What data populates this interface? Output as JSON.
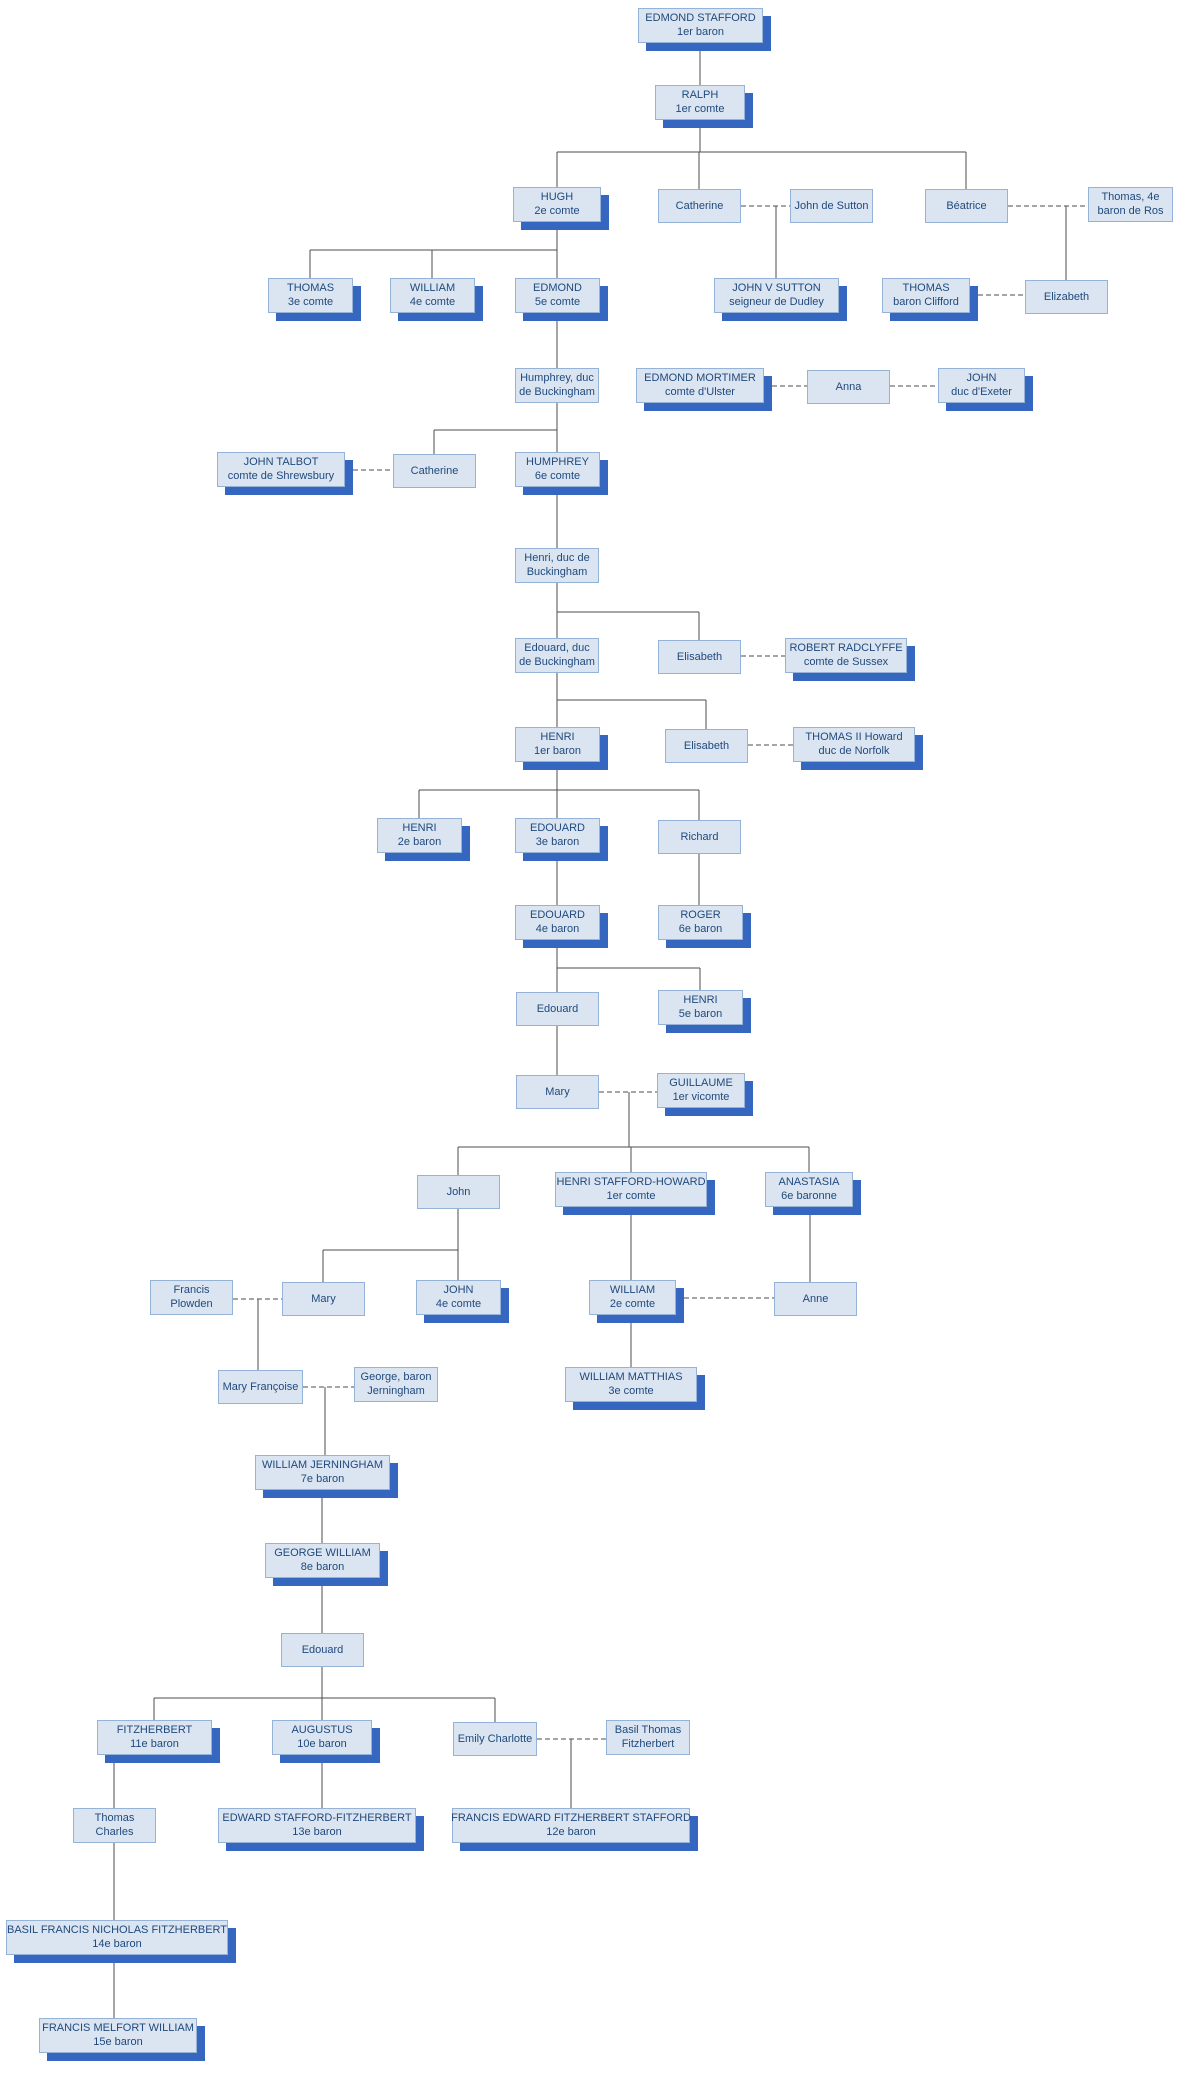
{
  "meta": {
    "diagram_type": "family-tree"
  },
  "colors": {
    "box_fill": "#dbe5f1",
    "box_border": "#95b3d7",
    "box_text": "#1f497d",
    "box_shadow": "#3566c0",
    "connector": "#4d4d4d"
  },
  "connector_styles": {
    "descent": "solid",
    "marriage": "dashed"
  },
  "nodes": {
    "edmond_stafford": {
      "lines": [
        "EDMOND STAFFORD",
        "1er baron"
      ],
      "titled": true
    },
    "ralph": {
      "lines": [
        "RALPH",
        "1er comte"
      ],
      "titled": true
    },
    "hugh": {
      "lines": [
        "HUGH",
        "2e comte"
      ],
      "titled": true
    },
    "catherine1": {
      "lines": [
        "Catherine"
      ],
      "titled": false
    },
    "john_de_sutton": {
      "lines": [
        "John de Sutton"
      ],
      "titled": false
    },
    "beatrice": {
      "lines": [
        "Béatrice"
      ],
      "titled": false
    },
    "thomas_de_ros": {
      "lines": [
        "Thomas, 4e",
        "baron de Ros"
      ],
      "titled": false
    },
    "thomas3": {
      "lines": [
        "THOMAS",
        "3e comte"
      ],
      "titled": true
    },
    "william4": {
      "lines": [
        "WILLIAM",
        "4e comte"
      ],
      "titled": true
    },
    "edmond5": {
      "lines": [
        "EDMOND",
        "5e comte"
      ],
      "titled": true
    },
    "john_v_sutton": {
      "lines": [
        "JOHN V SUTTON",
        "seigneur de Dudley"
      ],
      "titled": true
    },
    "thomas_clifford": {
      "lines": [
        "THOMAS",
        "baron Clifford"
      ],
      "titled": true
    },
    "elizabeth1": {
      "lines": [
        "Elizabeth"
      ],
      "titled": false
    },
    "humphrey_duc": {
      "lines": [
        "Humphrey, duc",
        "de Buckingham"
      ],
      "titled": false
    },
    "edmond_mortimer": {
      "lines": [
        "EDMOND MORTIMER",
        "comte d'Ulster"
      ],
      "titled": true
    },
    "anna": {
      "lines": [
        "Anna"
      ],
      "titled": false
    },
    "john_exeter": {
      "lines": [
        "JOHN",
        "duc d'Exeter"
      ],
      "titled": true
    },
    "john_talbot": {
      "lines": [
        "JOHN TALBOT",
        "comte de Shrewsbury"
      ],
      "titled": true
    },
    "catherine2": {
      "lines": [
        "Catherine"
      ],
      "titled": false
    },
    "humphrey6": {
      "lines": [
        "HUMPHREY",
        "6e comte"
      ],
      "titled": true
    },
    "henri_duc": {
      "lines": [
        "Henri, duc de",
        "Buckingham"
      ],
      "titled": false
    },
    "edouard_duc": {
      "lines": [
        "Edouard, duc",
        "de Buckingham"
      ],
      "titled": false
    },
    "elisabeth_r": {
      "lines": [
        "Elisabeth"
      ],
      "titled": false
    },
    "robert_radclyffe": {
      "lines": [
        "ROBERT RADCLYFFE",
        "comte de Sussex"
      ],
      "titled": true
    },
    "henri1": {
      "lines": [
        "HENRI",
        "1er baron"
      ],
      "titled": true
    },
    "elisabeth_h": {
      "lines": [
        "Elisabeth"
      ],
      "titled": false
    },
    "thomas_howard": {
      "lines": [
        "THOMAS II Howard",
        "duc de Norfolk"
      ],
      "titled": true
    },
    "henri2": {
      "lines": [
        "HENRI",
        "2e baron"
      ],
      "titled": true
    },
    "edouard3": {
      "lines": [
        "EDOUARD",
        "3e baron"
      ],
      "titled": true
    },
    "richard": {
      "lines": [
        "Richard"
      ],
      "titled": false
    },
    "edouard4": {
      "lines": [
        "EDOUARD",
        "4e baron"
      ],
      "titled": true
    },
    "roger6": {
      "lines": [
        "ROGER",
        "6e baron"
      ],
      "titled": true
    },
    "edouard_p1": {
      "lines": [
        "Edouard"
      ],
      "titled": false
    },
    "henri5": {
      "lines": [
        "HENRI",
        "5e baron"
      ],
      "titled": true
    },
    "mary1": {
      "lines": [
        "Mary"
      ],
      "titled": false
    },
    "guillaume": {
      "lines": [
        "GUILLAUME",
        "1er vicomte"
      ],
      "titled": true
    },
    "john_p": {
      "lines": [
        "John"
      ],
      "titled": false
    },
    "henri_sh": {
      "lines": [
        "HENRI STAFFORD-HOWARD",
        "1er comte"
      ],
      "titled": true
    },
    "anastasia": {
      "lines": [
        "ANASTASIA",
        "6e baronne"
      ],
      "titled": true
    },
    "francis_plowden": {
      "lines": [
        "Francis",
        "Plowden"
      ],
      "titled": false
    },
    "mary2": {
      "lines": [
        "Mary"
      ],
      "titled": false
    },
    "john4": {
      "lines": [
        "JOHN",
        "4e comte"
      ],
      "titled": true
    },
    "william2": {
      "lines": [
        "WILLIAM",
        "2e comte"
      ],
      "titled": true
    },
    "anne": {
      "lines": [
        "Anne"
      ],
      "titled": false
    },
    "mary_francoise": {
      "lines": [
        "Mary Françoise"
      ],
      "titled": false
    },
    "george_j": {
      "lines": [
        "George, baron",
        "Jerningham"
      ],
      "titled": false
    },
    "william_matthias": {
      "lines": [
        "WILLIAM MATTHIAS",
        "3e comte"
      ],
      "titled": true
    },
    "william_jerningham": {
      "lines": [
        "WILLIAM JERNINGHAM",
        "7e baron"
      ],
      "titled": true
    },
    "george_william": {
      "lines": [
        "GEORGE WILLIAM",
        "8e baron"
      ],
      "titled": true
    },
    "edouard_p2": {
      "lines": [
        "Edouard"
      ],
      "titled": false
    },
    "fitzherbert11": {
      "lines": [
        "FITZHERBERT",
        "11e baron"
      ],
      "titled": true
    },
    "augustus10": {
      "lines": [
        "AUGUSTUS",
        "10e baron"
      ],
      "titled": true
    },
    "emily": {
      "lines": [
        "Emily Charlotte"
      ],
      "titled": false
    },
    "basil_thomas": {
      "lines": [
        "Basil Thomas",
        "Fitzherbert"
      ],
      "titled": false
    },
    "thomas_charles": {
      "lines": [
        "Thomas",
        "Charles"
      ],
      "titled": false
    },
    "edward_sf": {
      "lines": [
        "EDWARD STAFFORD-FITZHERBERT",
        "13e baron"
      ],
      "titled": true
    },
    "francis_efs": {
      "lines": [
        "FRANCIS EDWARD FITZHERBERT STAFFORD",
        "12e baron"
      ],
      "titled": true
    },
    "basil_francis": {
      "lines": [
        "BASIL FRANCIS NICHOLAS FITZHERBERT",
        "14e baron"
      ],
      "titled": true
    },
    "francis_melfort": {
      "lines": [
        "FRANCIS MELFORT WILLIAM",
        "15e baron"
      ],
      "titled": true
    }
  }
}
